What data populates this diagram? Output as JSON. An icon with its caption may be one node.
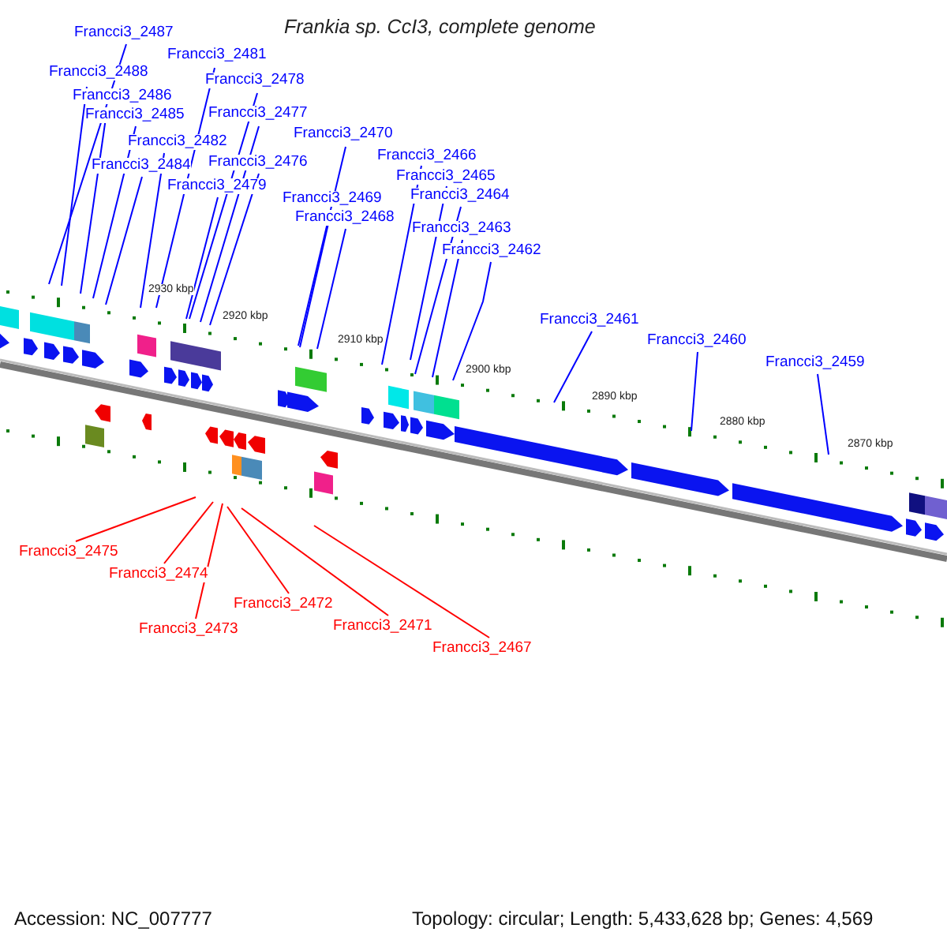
{
  "diagram": {
    "title": "Frankia sp. CcI3, complete genome",
    "nodes": [
      {
        "text": [
          "Francci3_2487"
        ]
      },
      {
        "text": [
          "Francci3_2481"
        ]
      },
      {
        "text": [
          "Francci3_2488"
        ]
      },
      {
        "text": [
          "Francci3_2478"
        ]
      },
      {
        "text": [
          "Francci3_2486"
        ]
      },
      {
        "text": [
          "Francci3_2485"
        ]
      },
      {
        "text": [
          "Francci3_2477"
        ]
      },
      {
        "text": [
          "Francci3_2470"
        ]
      },
      {
        "text": [
          "Francci3_2482"
        ]
      },
      {
        "text": [
          "Francci3_2476"
        ]
      },
      {
        "text": [
          "Francci3_2466"
        ]
      },
      {
        "text": [
          "Francci3_2484"
        ]
      },
      {
        "text": [
          "Francci3_2465"
        ]
      },
      {
        "text": [
          "Francci3_2479"
        ]
      },
      {
        "text": [
          "Francci3_2464"
        ]
      },
      {
        "text": [
          "Francci3_2469"
        ]
      },
      {
        "text": [
          "Francci3_2468"
        ]
      },
      {
        "text": [
          "Francci3_2463"
        ]
      },
      {
        "text": [
          "Francci3_2462"
        ]
      },
      {
        "text": [
          "Francci3_2461"
        ]
      },
      {
        "text": [
          "Francci3_2460"
        ]
      },
      {
        "text": [
          "Francci3_2459"
        ]
      },
      {
        "text": [
          "Francci3_2475"
        ]
      },
      {
        "text": [
          "Francci3_2474"
        ]
      },
      {
        "text": [
          "Francci3_2472"
        ]
      },
      {
        "text": [
          "Francci3_2473"
        ]
      },
      {
        "text": [
          "Francci3_2471"
        ]
      },
      {
        "text": [
          "Francci3_2467"
        ]
      }
    ],
    "edges": [
      {
        "from": 0,
        "to": null,
        "arrow": "none"
      },
      {
        "from": 1,
        "to": null,
        "arrow": "none"
      },
      {
        "from": 2,
        "to": null,
        "arrow": "none"
      },
      {
        "from": 3,
        "to": null,
        "arrow": "none"
      },
      {
        "from": 4,
        "to": null,
        "arrow": "none"
      },
      {
        "from": 5,
        "to": null,
        "arrow": "none"
      },
      {
        "from": 6,
        "to": null,
        "arrow": "none"
      },
      {
        "from": 7,
        "to": null,
        "arrow": "none"
      },
      {
        "from": 8,
        "to": null,
        "arrow": "none"
      },
      {
        "from": 9,
        "to": null,
        "arrow": "none"
      },
      {
        "from": 10,
        "to": null,
        "arrow": "none"
      },
      {
        "from": 11,
        "to": null,
        "arrow": "none"
      },
      {
        "from": 12,
        "to": null,
        "arrow": "none"
      },
      {
        "from": 13,
        "to": null,
        "arrow": "none"
      },
      {
        "from": 14,
        "to": null,
        "arrow": "none"
      },
      {
        "from": 15,
        "to": null,
        "arrow": "none"
      },
      {
        "from": 16,
        "to": null,
        "arrow": "none"
      },
      {
        "from": 17,
        "to": null,
        "arrow": "none"
      },
      {
        "from": 18,
        "to": null,
        "arrow": "none"
      },
      {
        "from": 19,
        "to": null,
        "arrow": "none"
      },
      {
        "from": 20,
        "to": null,
        "arrow": "none"
      },
      {
        "from": 21,
        "to": null,
        "arrow": "none"
      },
      {
        "from": 22,
        "to": null,
        "arrow": "none",
        "color": "#ff0000"
      },
      {
        "from": 23,
        "to": null,
        "arrow": "none",
        "color": "#ff0000"
      },
      {
        "from": 24,
        "to": null,
        "arrow": "none",
        "color": "#ff0000"
      },
      {
        "from": 25,
        "to": null,
        "arrow": "none",
        "color": "#ff0000"
      },
      {
        "from": 26,
        "to": null,
        "arrow": "none",
        "color": "#ff0000"
      },
      {
        "from": 27,
        "to": null,
        "arrow": "none",
        "color": "#ff0000"
      }
    ],
    "labels": [
      "2930 kbp",
      "2920 kbp",
      "2910 kbp",
      "2900 kbp",
      "2890 kbp",
      "2880 kbp",
      "2870 kbp",
      "Accession: NC_007777",
      "Topology: circular; Length: 5,433,628 bp; Genes: 4,569"
    ]
  }
}
